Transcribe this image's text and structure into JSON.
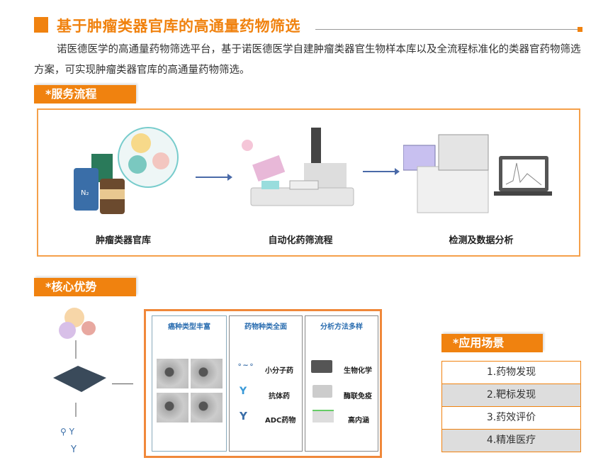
{
  "header": {
    "title": "基于肿瘤类器官库的高通量药物筛选"
  },
  "intro": "诺医德医学的高通量药物筛选平台，基于诺医德医学自建肿瘤类器官生物样本库以及全流程标准化的类器官药物筛选方案，可实现肿瘤类器官库的高通量药物筛选。",
  "service": {
    "tab": "*服务流程",
    "steps": [
      "肿瘤类器官库",
      "自动化药筛流程",
      "检测及数据分析"
    ]
  },
  "advantages": {
    "tab": "*核心优势",
    "columns": [
      {
        "title": "癌种类型丰富",
        "items": []
      },
      {
        "title": "药物种类全面",
        "items": [
          "小分子药",
          "抗体药",
          "ADC药物"
        ]
      },
      {
        "title": "分析方法多样",
        "items": [
          "生物化学",
          "酶联免疫",
          "高内涵"
        ]
      }
    ]
  },
  "applications": {
    "tab": "*应用场景",
    "items": [
      "1.药物发现",
      "2.靶标发现",
      "3.药效评价",
      "4.精准医疗"
    ]
  }
}
